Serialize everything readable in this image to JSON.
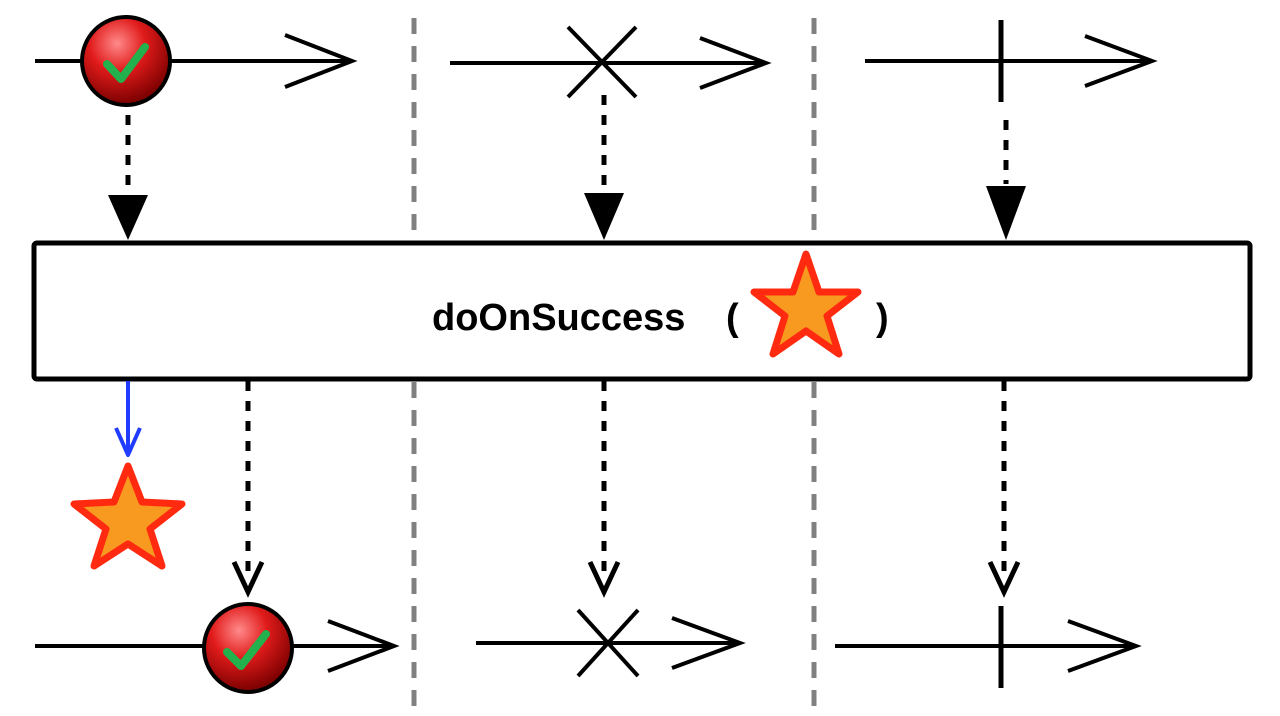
{
  "operator": {
    "name": "doOnSuccess",
    "open_paren": "(",
    "close_paren": ")",
    "argument_icon": "star-icon"
  },
  "source_timelines": [
    {
      "terminal_event": "success",
      "icon": "success-check-icon"
    },
    {
      "terminal_event": "error",
      "icon": "error-x-icon"
    },
    {
      "terminal_event": "completion",
      "icon": "completion-bar-icon"
    }
  ],
  "result_timelines": [
    {
      "terminal_event": "success",
      "icon": "success-check-icon",
      "side_effect_icon": "star-icon"
    },
    {
      "terminal_event": "error",
      "icon": "error-x-icon"
    },
    {
      "terminal_event": "completion",
      "icon": "completion-bar-icon"
    }
  ],
  "colors": {
    "line": "#000000",
    "separator": "#808080",
    "side_effect_arrow": "#1f3cff",
    "star_fill": "#f79a1f",
    "star_stroke": "#ff2a10",
    "success_ball": "#e11b1b",
    "success_check": "#22b14c"
  }
}
